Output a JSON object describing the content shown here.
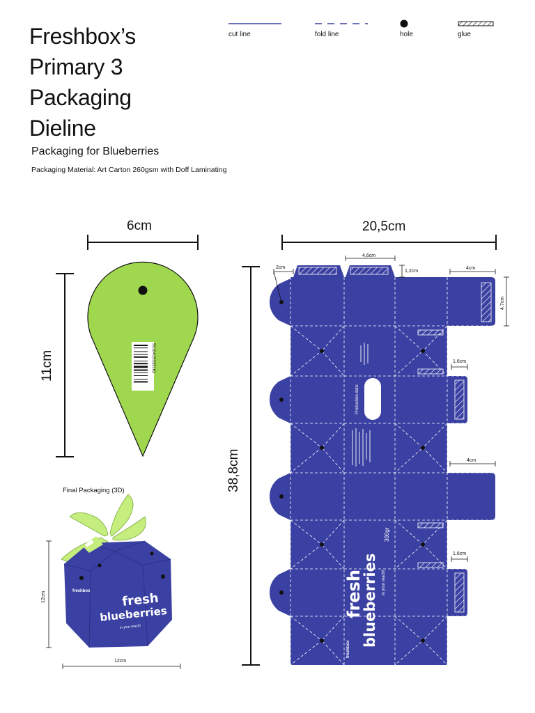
{
  "title_lines": [
    "Freshbox’s",
    "Primary 3",
    "Packaging",
    "Dieline"
  ],
  "subtitle": "Packaging for Blueberries",
  "material": "Packaging Material: Art Carton 260gsm with Doff Laminating",
  "legend": {
    "cut": "cut line",
    "fold": "fold line",
    "hole": "hole",
    "glue": "glue"
  },
  "tag": {
    "width_label": "6cm",
    "height_label": "11cm",
    "barcode_number": "5010415333162",
    "color": "#9fd84f"
  },
  "box": {
    "width_label": "20,5cm",
    "height_label": "38,8cm",
    "color": "#3b41a3",
    "dims": {
      "top_tab": "4,6cm",
      "tab_h": "1,2cm",
      "left_flap": "2cm",
      "right_flap_w": "4cm",
      "right_flap_h": "4,7cm",
      "small_flap_a": "1,6cm",
      "mid_flap": "4cm",
      "small_flap_b": "1,6cm"
    },
    "texts": {
      "production_date": "Production date:",
      "weight": "300gr",
      "brand_big_1": "fresh",
      "brand_big_2": "blueberries",
      "tagline": "in your reach!",
      "logo": "freshbox"
    }
  },
  "final": {
    "label": "Final Packaging (3D)",
    "height_label": "12cm",
    "width_label": "12cm",
    "brand_1": "fresh",
    "brand_2": "blueberries",
    "tagline": "in your reach!",
    "logo": "freshbox",
    "box_color": "#3b41a3",
    "leaf_color": "#c5ee7e"
  }
}
